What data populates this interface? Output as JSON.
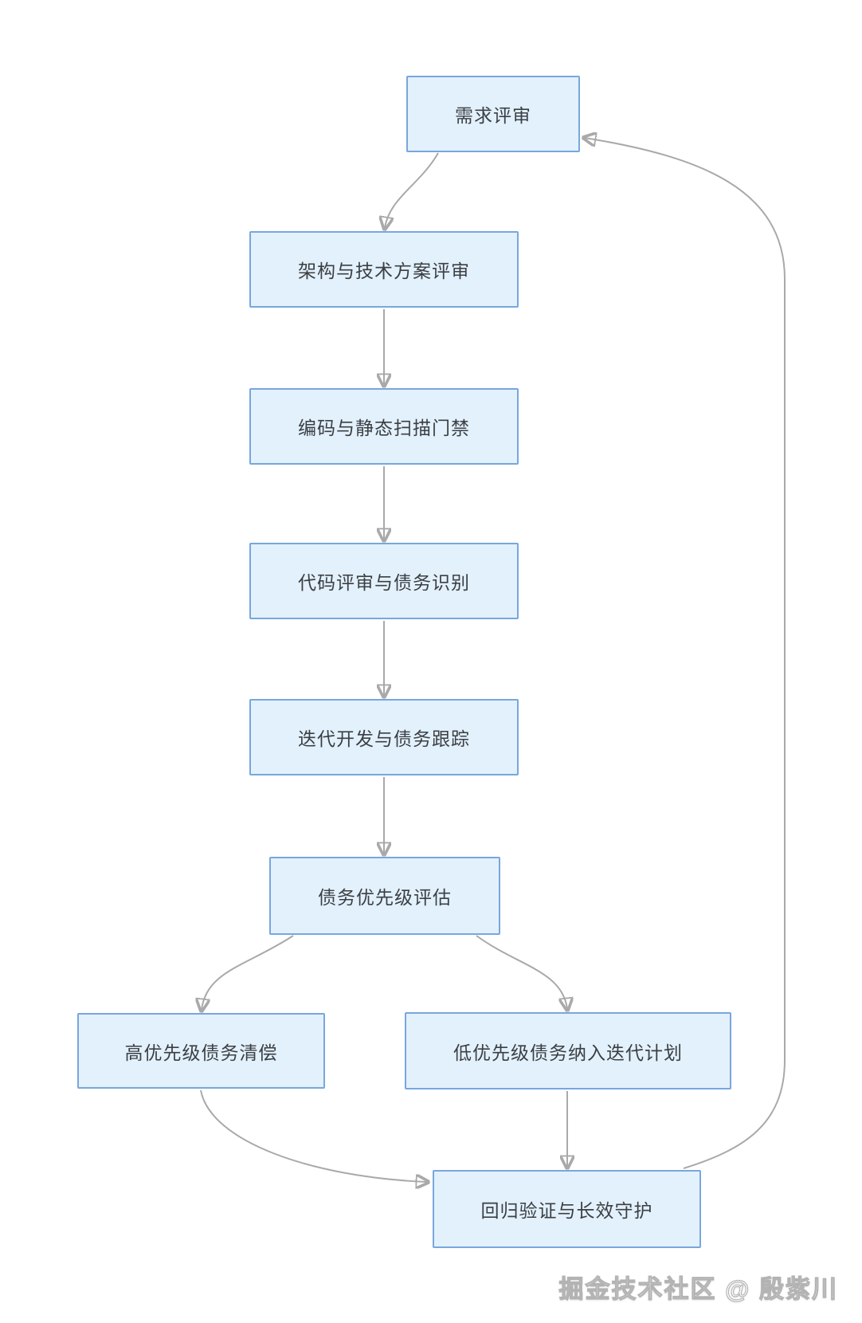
{
  "diagram": {
    "type": "flowchart",
    "nodes": [
      {
        "id": "requirements-review",
        "label": "需求评审"
      },
      {
        "id": "architecture-tech-review",
        "label": "架构与技术方案评审"
      },
      {
        "id": "coding-static-scan-gate",
        "label": "编码与静态扫描门禁"
      },
      {
        "id": "code-review-debt-identification",
        "label": "代码评审与债务识别"
      },
      {
        "id": "iterative-dev-debt-tracking",
        "label": "迭代开发与债务跟踪"
      },
      {
        "id": "debt-priority-assessment",
        "label": "债务优先级评估"
      },
      {
        "id": "high-priority-debt-repayment",
        "label": "高优先级债务清偿"
      },
      {
        "id": "low-priority-debt-iteration-plan",
        "label": "低优先级债务纳入迭代计划"
      },
      {
        "id": "regression-verification-guard",
        "label": "回归验证与长效守护"
      }
    ],
    "edges": [
      {
        "from": "需求评审",
        "to": "架构与技术方案评审"
      },
      {
        "from": "架构与技术方案评审",
        "to": "编码与静态扫描门禁"
      },
      {
        "from": "编码与静态扫描门禁",
        "to": "代码评审与债务识别"
      },
      {
        "from": "代码评审与债务识别",
        "to": "迭代开发与债务跟踪"
      },
      {
        "from": "迭代开发与债务跟踪",
        "to": "债务优先级评估"
      },
      {
        "from": "债务优先级评估",
        "to": "高优先级债务清偿"
      },
      {
        "from": "债务优先级评估",
        "to": "低优先级债务纳入迭代计划"
      },
      {
        "from": "高优先级债务清偿",
        "to": "回归验证与长效守护"
      },
      {
        "from": "低优先级债务纳入迭代计划",
        "to": "回归验证与长效守护"
      },
      {
        "from": "回归验证与长效守护",
        "to": "需求评审"
      }
    ],
    "colors": {
      "node_fill": "#e3f1fc",
      "node_border": "#78a7dd",
      "node_text": "#3b3f44",
      "arrow": "#a9a9a9",
      "background": "#ffffff"
    }
  },
  "watermark": {
    "text": "掘金技术社区 @ 殷紫川"
  }
}
